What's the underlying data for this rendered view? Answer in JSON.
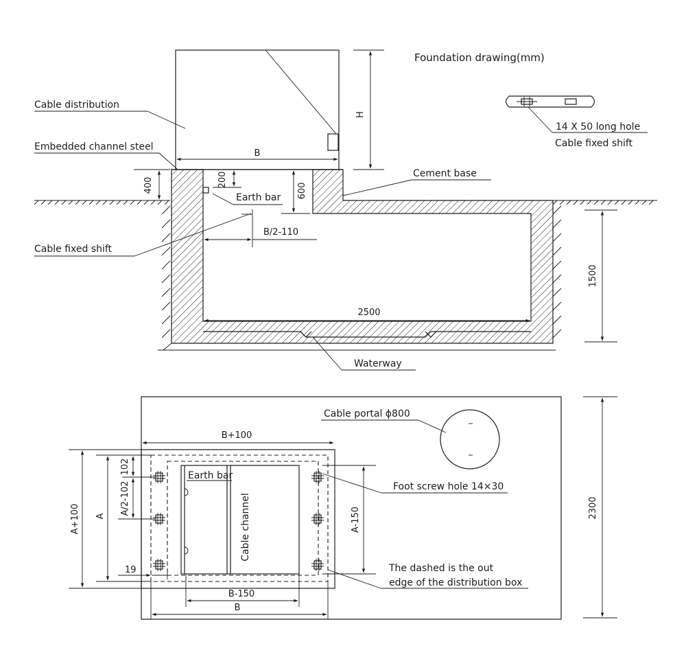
{
  "title": "Foundation drawing(mm)",
  "colors": {
    "line": "#1a1a1a",
    "background": "#ffffff"
  },
  "section_view": {
    "labels": {
      "cable_distribution": "Cable distribution",
      "embedded_channel_steel": "Embedded channel steel",
      "cement_base": "Cement base",
      "earth_bar": "Earth bar",
      "cable_fixed_shift": "Cable fixed shift",
      "waterway": "Waterway"
    },
    "dimensions": {
      "H": "H",
      "B": "B",
      "d400": "400",
      "d200": "200",
      "d600": "600",
      "b_half": "B/2-110",
      "d2500": "2500",
      "d1500": "1500"
    }
  },
  "detail_view": {
    "long_hole": "14 X 50 long hole",
    "cable_fixed_shift": "Cable fixed shift"
  },
  "plan_view": {
    "labels": {
      "cable_portal": "Cable portal ϕ800",
      "earth_bar": "Earth bar",
      "cable_channel": "Cable channel",
      "foot_screw_hole": "Foot screw hole 14×30",
      "dashed_note_line1": "The dashed is the out",
      "dashed_note_line2": "edge of the distribution box"
    },
    "dimensions": {
      "b_plus_100": "B+100",
      "a_plus_100": "A+100",
      "a": "A",
      "a_half": "A/2-102",
      "d102": "102",
      "a_minus_150": "A-150",
      "d19": "19",
      "b_minus_150": "B-150",
      "b": "B",
      "d2300": "2300"
    }
  }
}
